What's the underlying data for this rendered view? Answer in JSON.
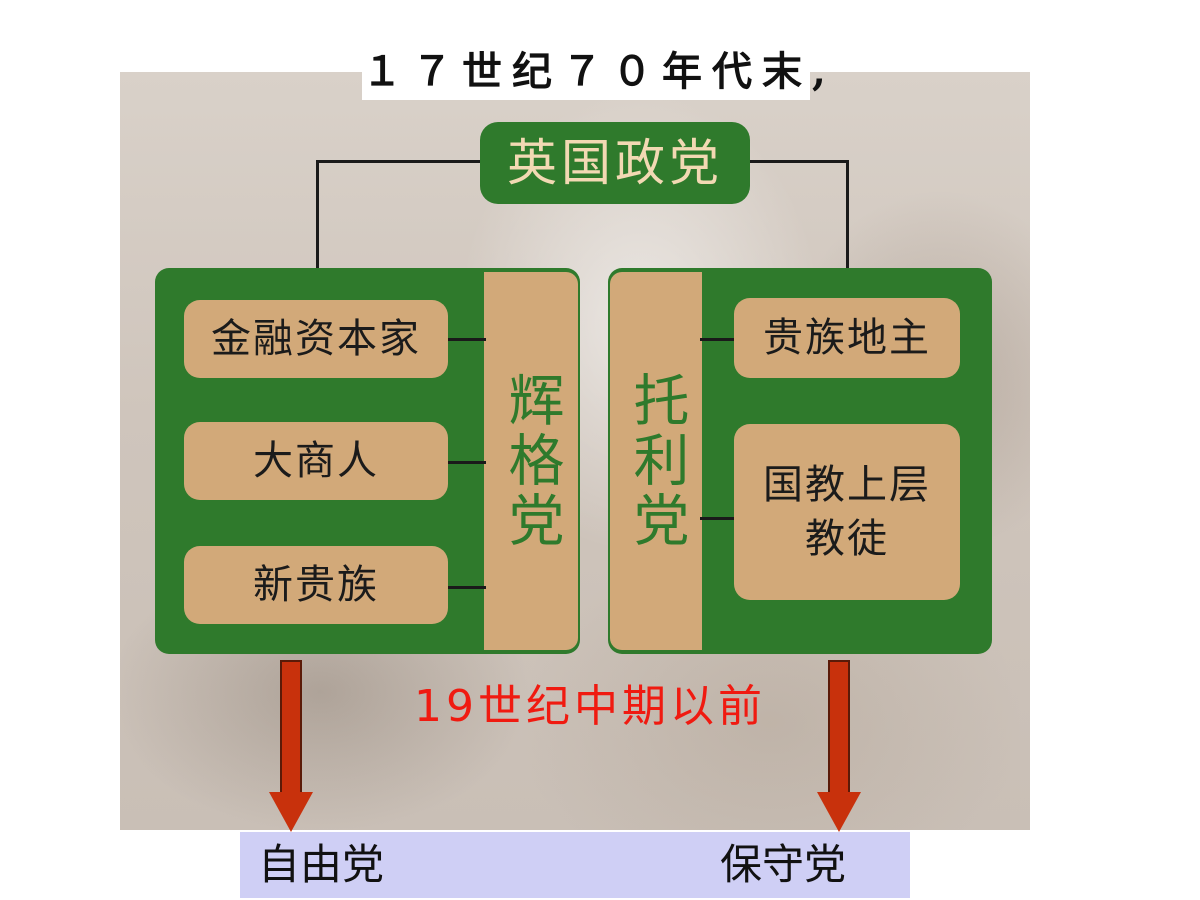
{
  "title": "１７世纪７０年代末,",
  "root": {
    "label": "英国政党"
  },
  "whig": {
    "name": "辉格党",
    "members": [
      "金融资本家",
      "大商人",
      "新贵族"
    ]
  },
  "tory": {
    "name": "托利党",
    "members": [
      "贵族地主",
      "国教上层教徒"
    ],
    "member2_lines": [
      "国教上层",
      "教徒"
    ]
  },
  "period_caption": "19世纪中期以前",
  "outcomes": {
    "left": "自由党",
    "right": "保守党"
  },
  "colors": {
    "panel_green": "#2f7a2c",
    "tan": "#d2a979",
    "caption_red": "#f01a10",
    "arrow_red": "#c8310c",
    "bottom_bar": "#cfcff5"
  }
}
